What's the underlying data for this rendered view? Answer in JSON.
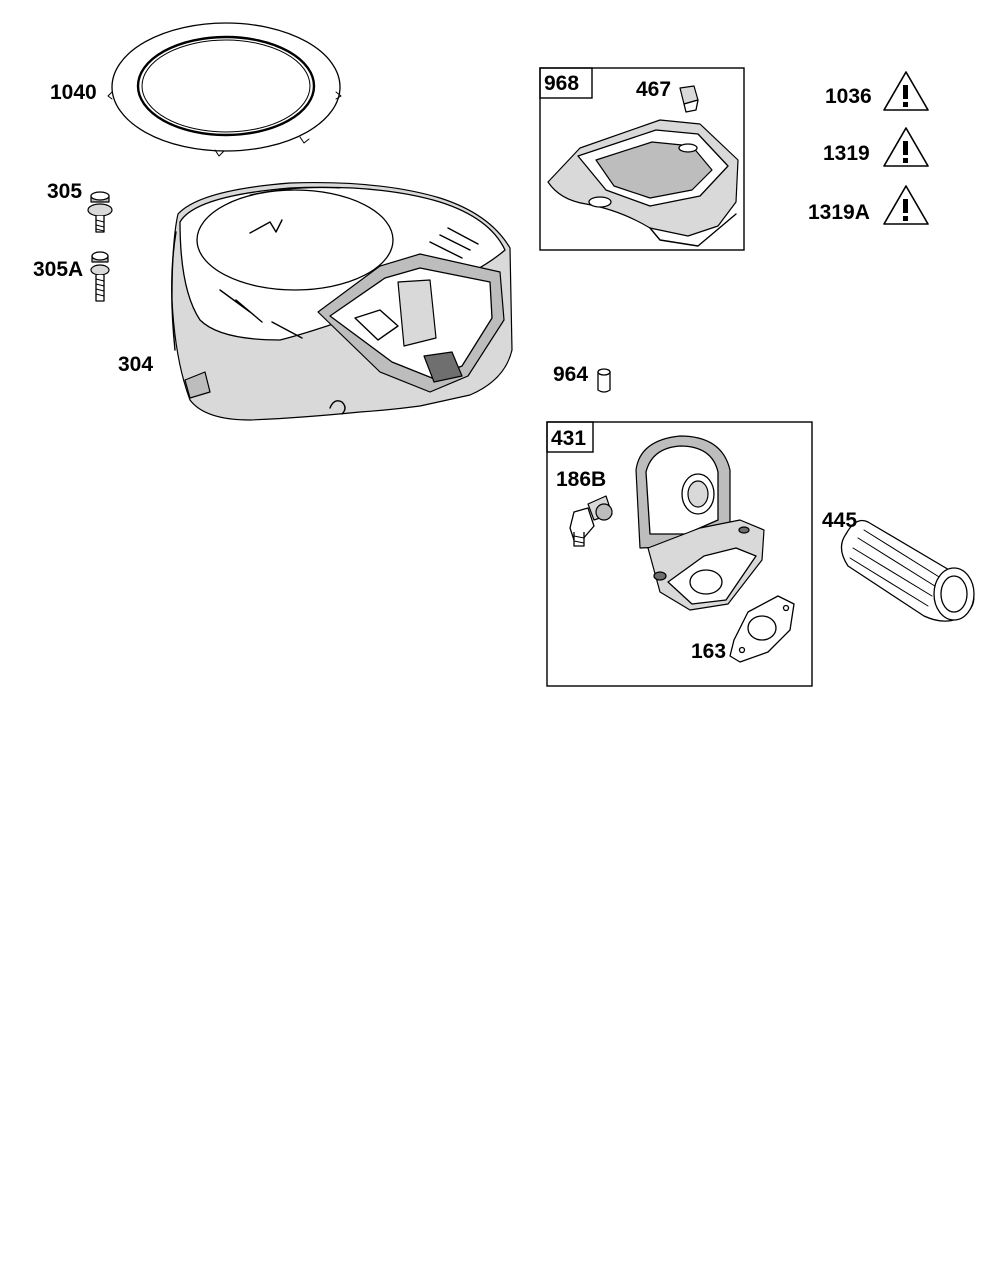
{
  "diagram": {
    "labels": {
      "p1040": "1040",
      "p305": "305",
      "p305a": "305A",
      "p304": "304",
      "p968": "968",
      "p467": "467",
      "p1036": "1036",
      "p1319": "1319",
      "p1319a": "1319A",
      "p964": "964",
      "p431": "431",
      "p186b": "186B",
      "p445": "445",
      "p163": "163"
    },
    "warning_icon": "warning-triangle-icon",
    "colors": {
      "line": "#000000",
      "light_shade": "#d9d9d9",
      "mid_shade": "#bdbdbd",
      "dark_shade": "#6f6f6f",
      "background": "#ffffff"
    }
  }
}
